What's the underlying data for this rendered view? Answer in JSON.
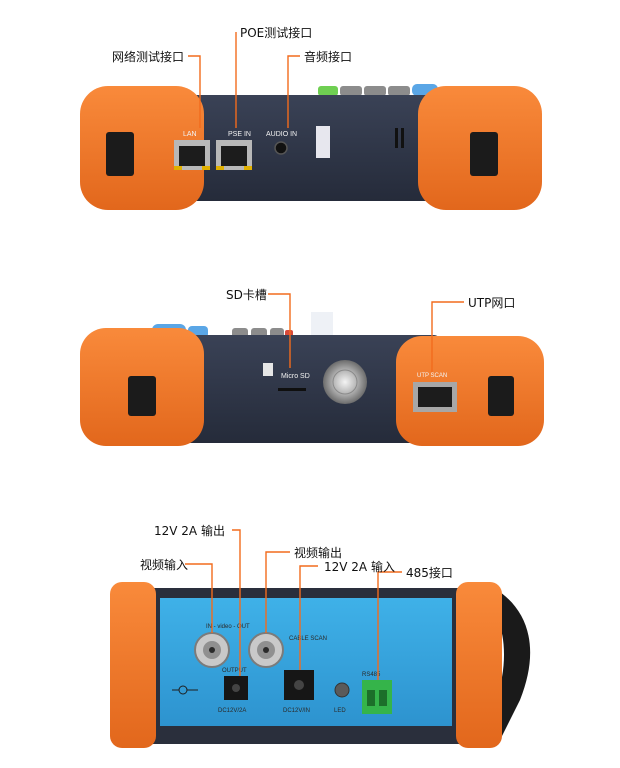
{
  "panels": {
    "top": {
      "labels": {
        "lan_port": "网络测试接口",
        "poe_port": "POE测试接口",
        "audio_port": "音频接口"
      },
      "silkscreen": {
        "lan": "LAN",
        "pse_in": "PSE IN",
        "audio_in": "AUDIO IN"
      }
    },
    "side": {
      "labels": {
        "sd_slot": "SD卡槽",
        "utp_port": "UTP网口"
      },
      "silkscreen": {
        "micro_sd": "Micro SD",
        "utp_scan": "UTP SCAN"
      }
    },
    "bottom": {
      "labels": {
        "out_12v": "12V 2A 输出",
        "video_in": "视频输入",
        "video_out": "视频输出",
        "in_12v": "12V 2A 输入",
        "rs485": "485接口"
      },
      "silkscreen": {
        "in_video_out": "IN - video - OUT",
        "cable_scan": "CABLE SCAN",
        "output": "OUTPUT",
        "dc12v2a": "DC12V/2A",
        "dc12vin": "DC12V/IN",
        "led": "LED",
        "rs485": "RS485"
      }
    }
  },
  "colors": {
    "orange": "#f47a2a",
    "orange_dark": "#d9621a",
    "body": "#2d3447",
    "leader": "#f26b1d",
    "panel_blue": "#3aa6df",
    "terminal_green": "#35b44a",
    "key_blue": "#5aa6e6",
    "key_green": "#5fc24a"
  }
}
